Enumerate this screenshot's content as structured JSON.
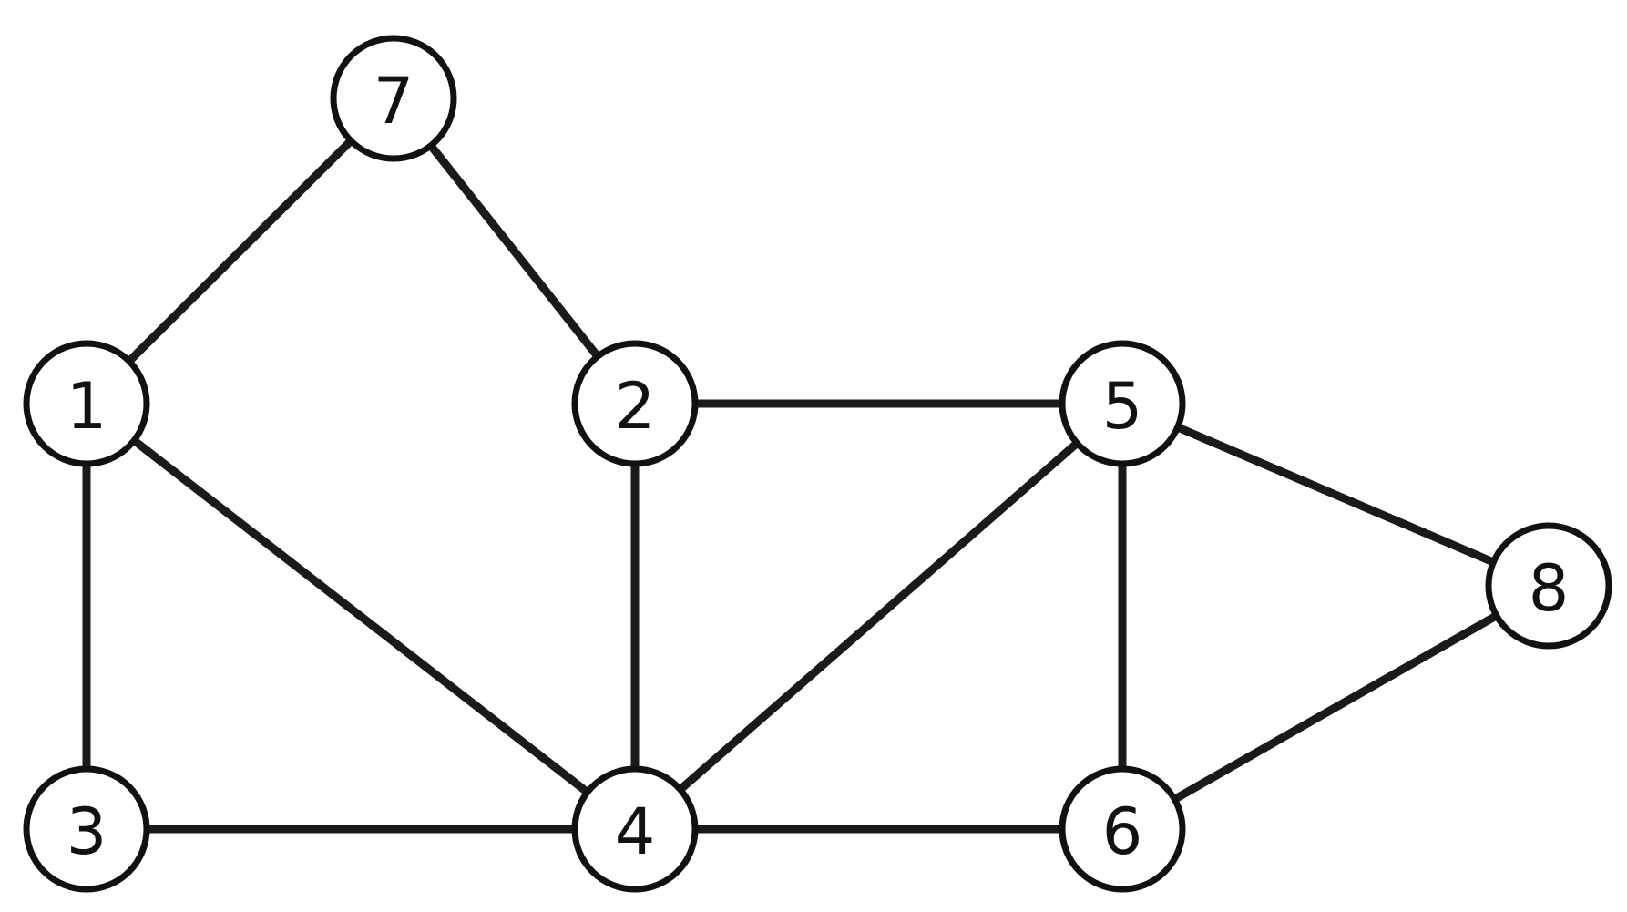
{
  "graph": {
    "nodes": [
      {
        "id": "7",
        "label": "7"
      },
      {
        "id": "1",
        "label": "1"
      },
      {
        "id": "2",
        "label": "2"
      },
      {
        "id": "5",
        "label": "5"
      },
      {
        "id": "8",
        "label": "8"
      },
      {
        "id": "3",
        "label": "3"
      },
      {
        "id": "4",
        "label": "4"
      },
      {
        "id": "6",
        "label": "6"
      }
    ],
    "edges": [
      [
        "7",
        "1"
      ],
      [
        "7",
        "2"
      ],
      [
        "1",
        "3"
      ],
      [
        "1",
        "4"
      ],
      [
        "2",
        "5"
      ],
      [
        "2",
        "4"
      ],
      [
        "5",
        "4"
      ],
      [
        "5",
        "6"
      ],
      [
        "5",
        "8"
      ],
      [
        "3",
        "4"
      ],
      [
        "4",
        "6"
      ],
      [
        "6",
        "8"
      ]
    ],
    "colors": {
      "stroke": "#111111",
      "fill": "#ffffff"
    }
  }
}
